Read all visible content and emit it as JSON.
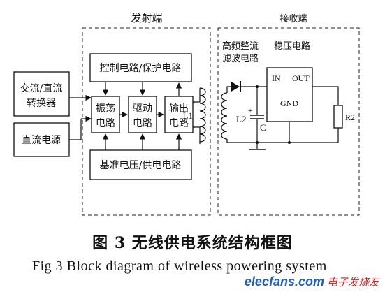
{
  "diagram": {
    "transmitter_title": "发射端",
    "receiver_title": "接收端",
    "blocks": {
      "ac_dc_line1": "交流/直流",
      "ac_dc_line2": "转换器",
      "dc_supply": "直流电源",
      "control": "控制电路/保护电路",
      "osc_line1": "振荡",
      "osc_line2": "电路",
      "drive_line1": "驱动",
      "drive_line2": "电路",
      "out_line1": "输出",
      "out_line2": "电路",
      "ref_supply": "基准电压/供电电路",
      "rectify_line1": "高频整流",
      "rectify_line2": "滤波电路",
      "regulator": "稳压电路"
    },
    "components": {
      "coil_l1": "L1",
      "coil_l2": "L2",
      "capacitor": "C",
      "resistor": "R2",
      "reg_in": "IN",
      "reg_out": "OUT",
      "reg_gnd": "GND"
    }
  },
  "caption": {
    "chinese": "图 3   无线供电系统结构框图",
    "english": "Fig 3    Block diagram of wireless powering system"
  },
  "watermark": {
    "logo": "elecfans.com",
    "chinese": "电子发烧友"
  }
}
